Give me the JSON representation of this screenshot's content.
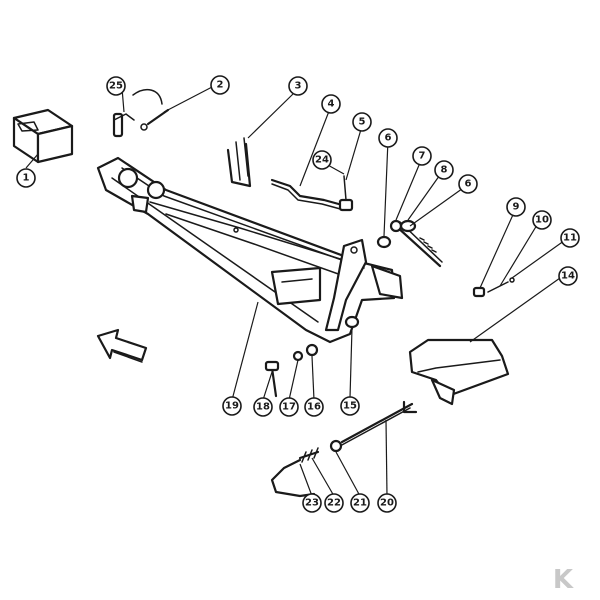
{
  "callouts": [
    {
      "id": "c1",
      "label": "1"
    },
    {
      "id": "c2",
      "label": "2"
    },
    {
      "id": "c3",
      "label": "3"
    },
    {
      "id": "c4",
      "label": "4"
    },
    {
      "id": "c5",
      "label": "5"
    },
    {
      "id": "c6a",
      "label": "6"
    },
    {
      "id": "c7",
      "label": "7"
    },
    {
      "id": "c8",
      "label": "8"
    },
    {
      "id": "c6b",
      "label": "6"
    },
    {
      "id": "c9",
      "label": "9"
    },
    {
      "id": "c10",
      "label": "10"
    },
    {
      "id": "c11",
      "label": "11"
    },
    {
      "id": "c14",
      "label": "14"
    },
    {
      "id": "c15",
      "label": "15"
    },
    {
      "id": "c16",
      "label": "16"
    },
    {
      "id": "c17",
      "label": "17"
    },
    {
      "id": "c18",
      "label": "18"
    },
    {
      "id": "c19",
      "label": "19"
    },
    {
      "id": "c20",
      "label": "20"
    },
    {
      "id": "c21",
      "label": "21"
    },
    {
      "id": "c22",
      "label": "22"
    },
    {
      "id": "c23",
      "label": "23"
    },
    {
      "id": "c24",
      "label": "24"
    },
    {
      "id": "c25",
      "label": "25"
    }
  ],
  "colors": {
    "ink": "#1a1a1a",
    "paper": "#ffffff",
    "watermark": "#c8c8c8"
  },
  "watermark": {
    "logo_letter": "K"
  }
}
